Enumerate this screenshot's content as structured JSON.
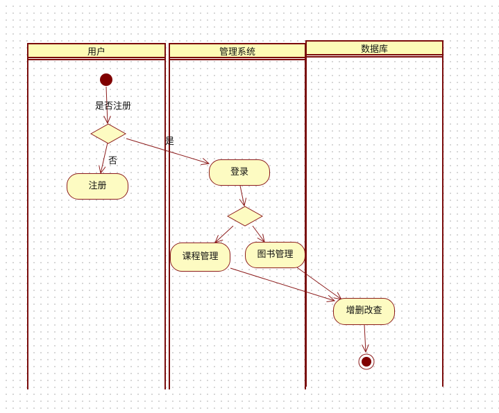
{
  "lanes": [
    {
      "title": "用户"
    },
    {
      "title": "管理系统"
    },
    {
      "title": "数据库"
    }
  ],
  "activities": {
    "register": "注册",
    "login": "登录",
    "course_mgmt": "课程管理",
    "book_mgmt": "图书管理",
    "crud": "增删改查"
  },
  "flow_labels": {
    "register_question": "是否注册",
    "yes": "是",
    "no": "否"
  },
  "colors": {
    "border": "#7a0a0a",
    "node_fill": "#fdfbc2",
    "header_fill": "#fdfbb6",
    "start_fill": "#800000"
  }
}
